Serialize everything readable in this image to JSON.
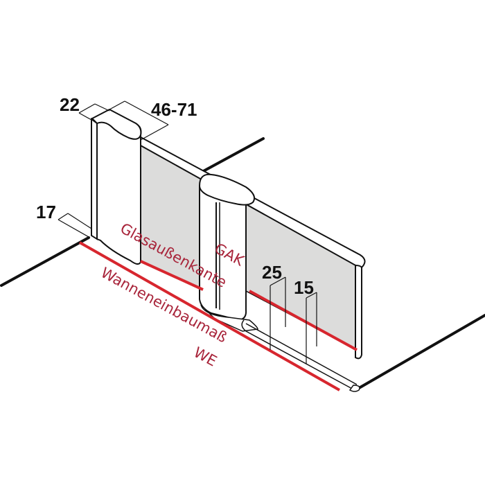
{
  "diagram": {
    "kind": "isometric shower screen installation drawing",
    "colors": {
      "line": "#111111",
      "glass": "#dcdcdb",
      "profile_fill": "#ffffff",
      "red_line": "#d7262e",
      "red_text": "#a8243a"
    },
    "dimensions": {
      "profile_depth": "22",
      "profile_width_range": "46-71",
      "wall_offset": "17",
      "gak_offset": "25",
      "rail_offset": "15"
    },
    "labels": {
      "glass_outer_edge": "Glasaußenkante",
      "glass_outer_edge_abbr": "GAK",
      "tub_install_dim": "Wanneneinbaumaß",
      "tub_install_abbr": "WE"
    }
  }
}
